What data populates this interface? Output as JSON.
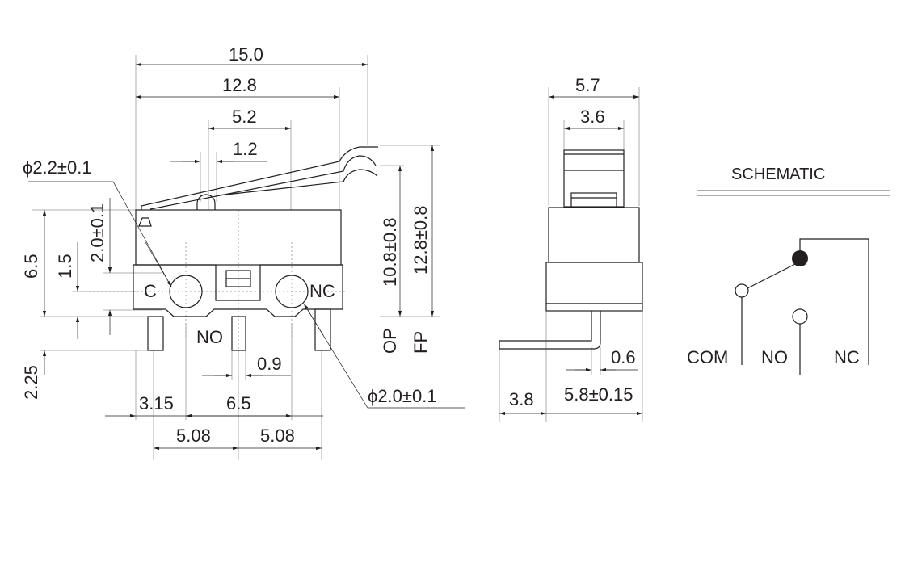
{
  "front_view": {
    "overall_width": "15.0",
    "body_width": "12.8",
    "lever_pivot_distance": "5.2",
    "pivot_width": "1.2",
    "mount_hole_c_diameter": "ϕ2.2±0.1",
    "hole_offset": "2.0±0.1",
    "body_height": "6.5",
    "hole_height": "1.5",
    "terminal_length": "2.25",
    "terminal_width": "0.9",
    "edge_to_pin": "3.15",
    "hole_spacing": "6.5",
    "pin_pitch_left": "5.08",
    "pin_pitch_right": "5.08",
    "mount_hole_nc_diameter": "ϕ2.0±0.1",
    "op_height": "10.8±0.8",
    "fp_height": "12.8±0.8",
    "op_label": "OP",
    "fp_label": "FP",
    "label_c": "C",
    "label_nc": "NC",
    "label_no": "NO"
  },
  "side_view": {
    "overall_depth": "5.7",
    "actuator_width": "3.6",
    "pin_thickness": "0.6",
    "pin_bend_length": "3.8",
    "pin_offset": "5.8±0.15"
  },
  "schematic": {
    "title": "SCHEMATIC",
    "com": "COM",
    "no": "NO",
    "nc": "NC"
  }
}
